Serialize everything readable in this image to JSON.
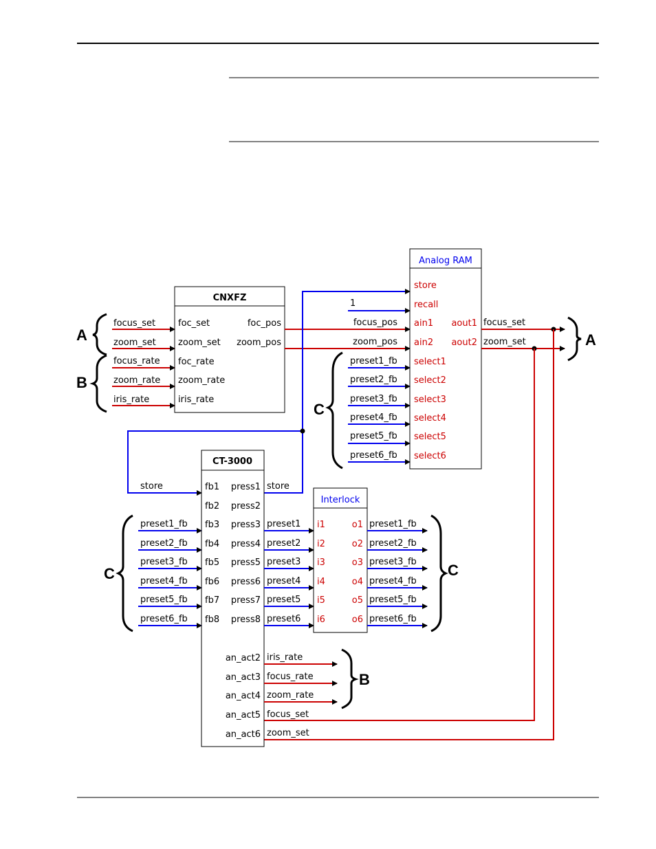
{
  "blocks": {
    "cnxfz": {
      "title": "CNXFZ",
      "inputs": [
        "foc_set",
        "zoom_set",
        "foc_rate",
        "zoom_rate",
        "iris_rate"
      ],
      "outputs": [
        "foc_pos",
        "zoom_pos"
      ]
    },
    "analog_ram": {
      "title": "Analog RAM",
      "inputs": [
        "store",
        "recall",
        "ain1",
        "ain2",
        "select1",
        "select2",
        "select3",
        "select4",
        "select5",
        "select6"
      ],
      "outputs": [
        "aout1",
        "aout2"
      ]
    },
    "ct3000": {
      "title": "CT-3000",
      "inputs": [
        "fb1",
        "fb2",
        "fb3",
        "fb4",
        "fb5",
        "fb6",
        "fb7",
        "fb8"
      ],
      "outputs": [
        "press1",
        "press2",
        "press3",
        "press4",
        "press5",
        "press6",
        "press7",
        "press8"
      ],
      "an_outputs": [
        "an_act2",
        "an_act3",
        "an_act4",
        "an_act5",
        "an_act6"
      ]
    },
    "interlock": {
      "title": "Interlock",
      "inputs": [
        "i1",
        "i2",
        "i3",
        "i4",
        "i5",
        "i6"
      ],
      "outputs": [
        "o1",
        "o2",
        "o3",
        "o4",
        "o5",
        "o6"
      ]
    }
  },
  "signals": {
    "cnxfz_in": [
      "focus_set",
      "zoom_set",
      "focus_rate",
      "zoom_rate",
      "iris_rate"
    ],
    "ram_in": [
      "1",
      "focus_pos",
      "zoom_pos",
      "preset1_fb",
      "preset2_fb",
      "preset3_fb",
      "preset4_fb",
      "preset5_fb",
      "preset6_fb"
    ],
    "ram_out": [
      "focus_set",
      "zoom_set"
    ],
    "ct_store_in": "store",
    "ct_fb_in": [
      "preset1_fb",
      "preset2_fb",
      "preset3_fb",
      "preset4_fb",
      "preset5_fb",
      "preset6_fb"
    ],
    "ct_store_out": "store",
    "ct_press_out": [
      "preset1",
      "preset2",
      "preset3",
      "preset4",
      "preset5",
      "preset6"
    ],
    "interlock_out": [
      "preset1_fb",
      "preset2_fb",
      "preset3_fb",
      "preset4_fb",
      "preset5_fb",
      "preset6_fb"
    ],
    "ct_an_out": [
      "iris_rate",
      "focus_rate",
      "zoom_rate",
      "focus_set",
      "zoom_set"
    ]
  },
  "groups": {
    "a_left": "A",
    "b_left": "B",
    "a_right": "A",
    "c_ram": "C",
    "c_ct_left": "C",
    "c_interlock_right": "C",
    "b_right": "B"
  },
  "colors": {
    "analog_wire": "#cc0000",
    "digital_wire": "#0000ee",
    "block_label_red": "#cc0000",
    "block_title_blue": "#0000ee"
  }
}
